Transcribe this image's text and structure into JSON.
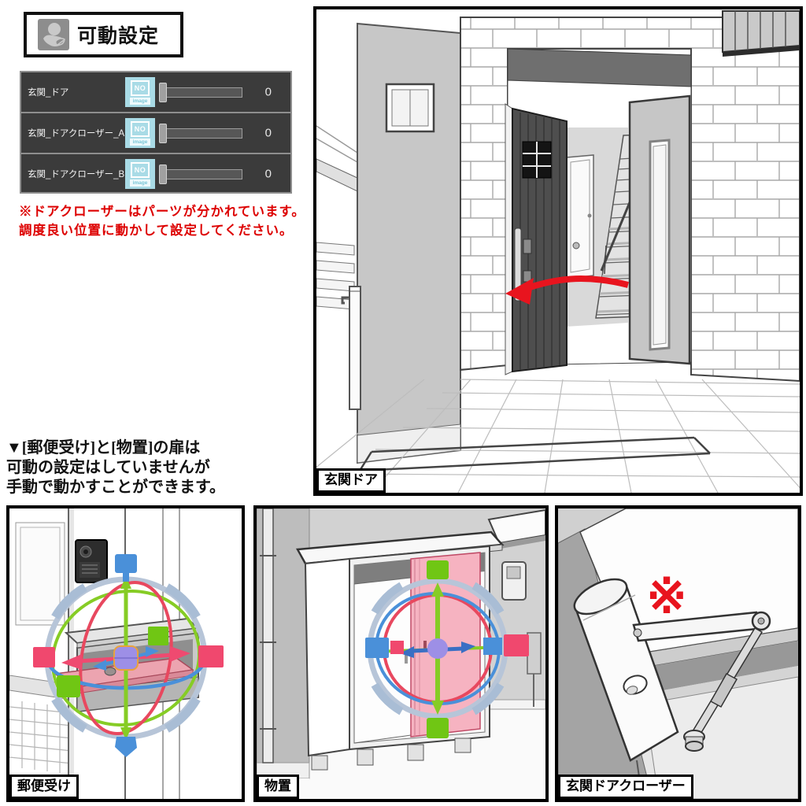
{
  "header": {
    "title": "可動設定"
  },
  "settings_panel": {
    "rows": [
      {
        "label": "玄関_ドア",
        "thumb_no": "NO",
        "thumb_image": "image",
        "value": "0"
      },
      {
        "label": "玄関_ドアクローザー_A",
        "thumb_no": "NO",
        "thumb_image": "image",
        "value": "0"
      },
      {
        "label": "玄関_ドアクローザー_B",
        "thumb_no": "NO",
        "thumb_image": "image",
        "value": "0"
      }
    ]
  },
  "notes": {
    "red_line1": "※ドアクローザーはパーツが分かれています。",
    "red_line2": "調度良い位置に動かして設定してください。",
    "manual_line1": "▼[郵便受け]と[物置]の扉は",
    "manual_line2": "可動の設定はしていませんが",
    "manual_line3": "手動で動かすことができます。"
  },
  "panels": {
    "entrance_door": {
      "label": "玄関ドア"
    },
    "mailbox": {
      "label": "郵便受け"
    },
    "shed": {
      "label": "物置"
    },
    "door_closer": {
      "label": "玄関ドアクローザー",
      "mark": "※"
    }
  },
  "colors": {
    "note_red": "#dd0000",
    "arrow_red": "#e8141e",
    "panel_dark": "#3b3b3b",
    "thumb_cyan": "#a9dbe6",
    "gizmo_ring": "#b7c5d8",
    "gizmo_blue": "#4a90d9",
    "gizmo_green": "#7ec820",
    "gizmo_pink": "#f0486e",
    "gizmo_red_ring": "#e8485f",
    "gizmo_center_purple": "#9d8fe6",
    "highlight_pink": "#f6b3c1"
  }
}
